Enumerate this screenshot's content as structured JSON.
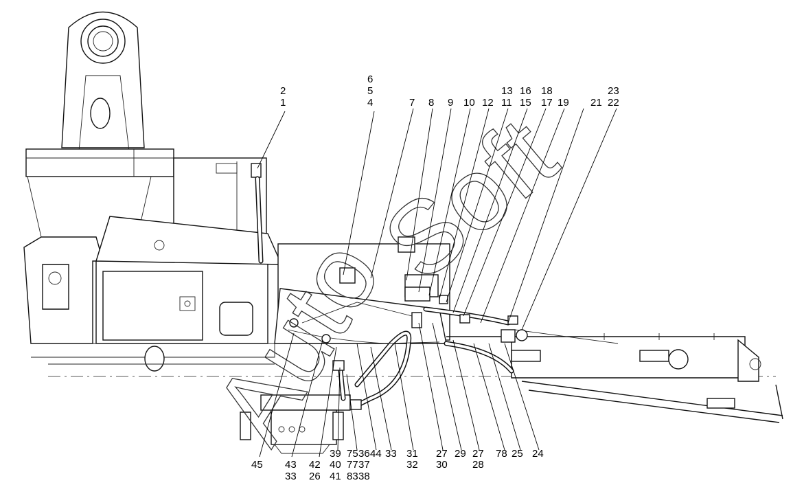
{
  "callouts_top": [
    "6",
    "5",
    "4",
    "2",
    "1",
    "7",
    "8",
    "9",
    "10",
    "12",
    "11",
    "13",
    "16",
    "18",
    "15",
    "17",
    "19",
    "21",
    "22",
    "23"
  ],
  "callouts_bottom_row1": [
    "45",
    "39",
    "75",
    "36",
    "44",
    "33",
    "31",
    "27",
    "29",
    "27",
    "78",
    "25",
    "24"
  ],
  "callouts_bottom_row2": [
    "43",
    "42",
    "40",
    "77",
    "37",
    "32",
    "30",
    "28"
  ],
  "callouts_bottom_row3": [
    "33",
    "26",
    "41",
    "83",
    "38"
  ],
  "watermark": {
    "word_a": "Auto",
    "word_b": "Soft"
  },
  "colors": {
    "line": "#111111",
    "background": "#ffffff"
  }
}
